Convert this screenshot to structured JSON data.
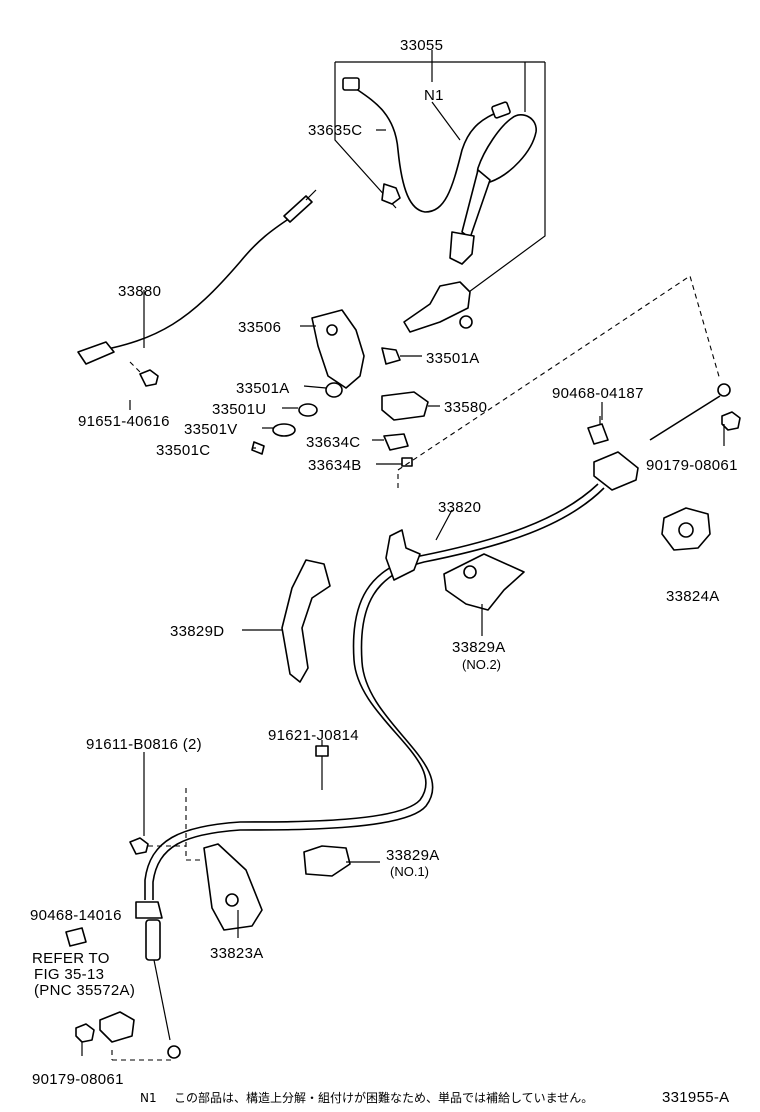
{
  "labels": {
    "p33055": "33055",
    "n1": "N1",
    "p33635c": "33635C",
    "p33880": "33880",
    "p91651": "91651-40616",
    "p33506": "33506",
    "p33501a_top": "33501A",
    "p33501a": "33501A",
    "p33501u": "33501U",
    "p33501v": "33501V",
    "p33501c": "33501C",
    "p33580": "33580",
    "p33634c": "33634C",
    "p33634b": "33634B",
    "p90468_04187": "90468-04187",
    "p90179_top": "90179-08061",
    "p33820": "33820",
    "p33824a": "33824A",
    "p33829d": "33829D",
    "p33829a_no2": "33829A",
    "no2": "(NO.2)",
    "p91611": "91611-B0816 (2)",
    "p91621": "91621-J0814",
    "p33829a_no1": "33829A",
    "no1": "(NO.1)",
    "p90468_14016": "90468-14016",
    "refer1": "REFER TO",
    "refer2": "FIG 35-13",
    "refer3": "(PNC 35572A)",
    "p33823a": "33823A",
    "p90179_bottom": "90179-08061"
  },
  "footer": {
    "note_key": "N1",
    "note_text": "この部品は、構造上分解・組付けが困難なため、単品では補給していません。",
    "figure_code": "331955-A"
  }
}
